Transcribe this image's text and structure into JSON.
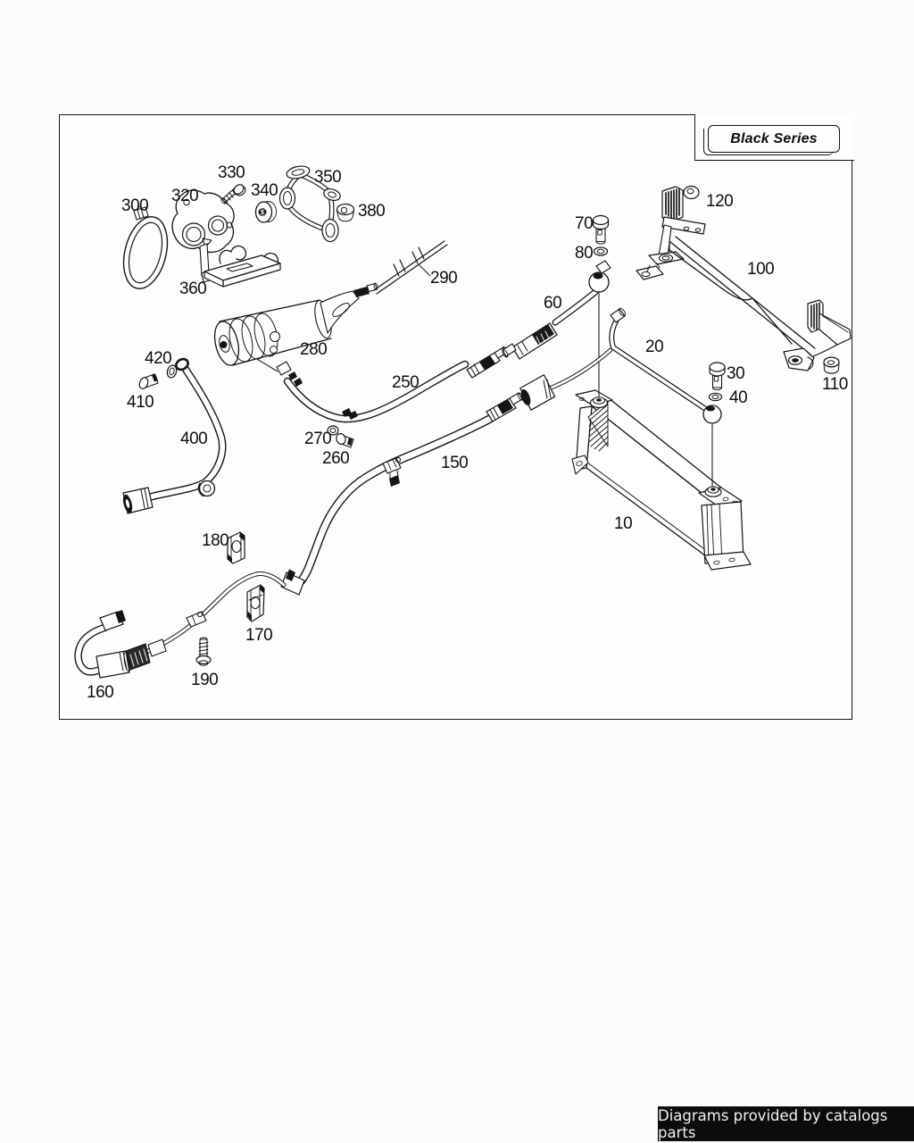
{
  "badge": {
    "label": "Black Series"
  },
  "footer": {
    "label": "Diagrams provided by catalogs parts"
  },
  "colors": {
    "ink": "#141414",
    "paper": "#fbfbfb",
    "footer_bg": "#0c0c0c",
    "footer_text": "#f2f2f2"
  },
  "diagram": {
    "type": "exploded-parts-diagram",
    "subject": "engine oil cooler lines with mounting brace"
  },
  "parts": [
    {
      "label": "10"
    },
    {
      "label": "20"
    },
    {
      "label": "30"
    },
    {
      "label": "40"
    },
    {
      "label": "60"
    },
    {
      "label": "70"
    },
    {
      "label": "80"
    },
    {
      "label": "100"
    },
    {
      "label": "110"
    },
    {
      "label": "120"
    },
    {
      "label": "150"
    },
    {
      "label": "160"
    },
    {
      "label": "170"
    },
    {
      "label": "180"
    },
    {
      "label": "190"
    },
    {
      "label": "250"
    },
    {
      "label": "260"
    },
    {
      "label": "270"
    },
    {
      "label": "280"
    },
    {
      "label": "290"
    },
    {
      "label": "300"
    },
    {
      "label": "320"
    },
    {
      "label": "330"
    },
    {
      "label": "340"
    },
    {
      "label": "350"
    },
    {
      "label": "360"
    },
    {
      "label": "380"
    },
    {
      "label": "400"
    },
    {
      "label": "410"
    },
    {
      "label": "420"
    }
  ]
}
